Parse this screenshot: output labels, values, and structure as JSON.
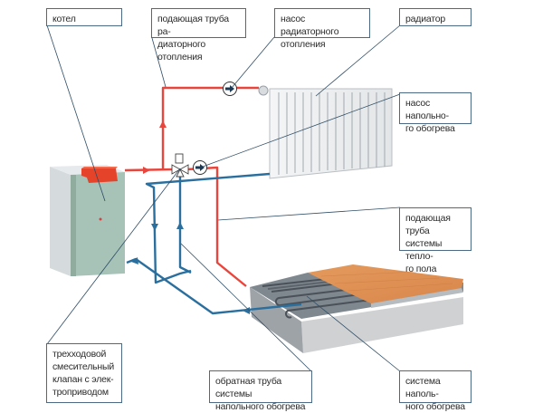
{
  "title": "Схема подключения радиаторного отопления и теплого пола",
  "colors": {
    "supply_pipe": "#e8453c",
    "return_pipe": "#2a6f9e",
    "leader_line": "#2e4d66",
    "label_border": "#4a6a86",
    "boiler_body": "#a6c2b7",
    "boiler_burner": "#e8412b",
    "wood_floor": "#e0955a",
    "screed": "#7d858d",
    "slab": "#c8cacc"
  },
  "labels": {
    "boiler": "котел",
    "radiator_supply_pipe": "подающая труба ра-\nдиаторного отопления",
    "radiator_pump": "насос радиаторного\nотопления",
    "radiator": "радиатор",
    "floor_pump": "насос напольно-\nго обогрева",
    "floor_supply_pipe": "подающая труба\nсистемы тепло-\nго пола",
    "three_way_valve": "трехходовой\nсмесительный\nклапан с элек-\nтроприводом",
    "floor_return_pipe": "обратная труба системы\nнапольного обогрева",
    "floor_heating_system": "система наполь-\nного обогрева"
  }
}
